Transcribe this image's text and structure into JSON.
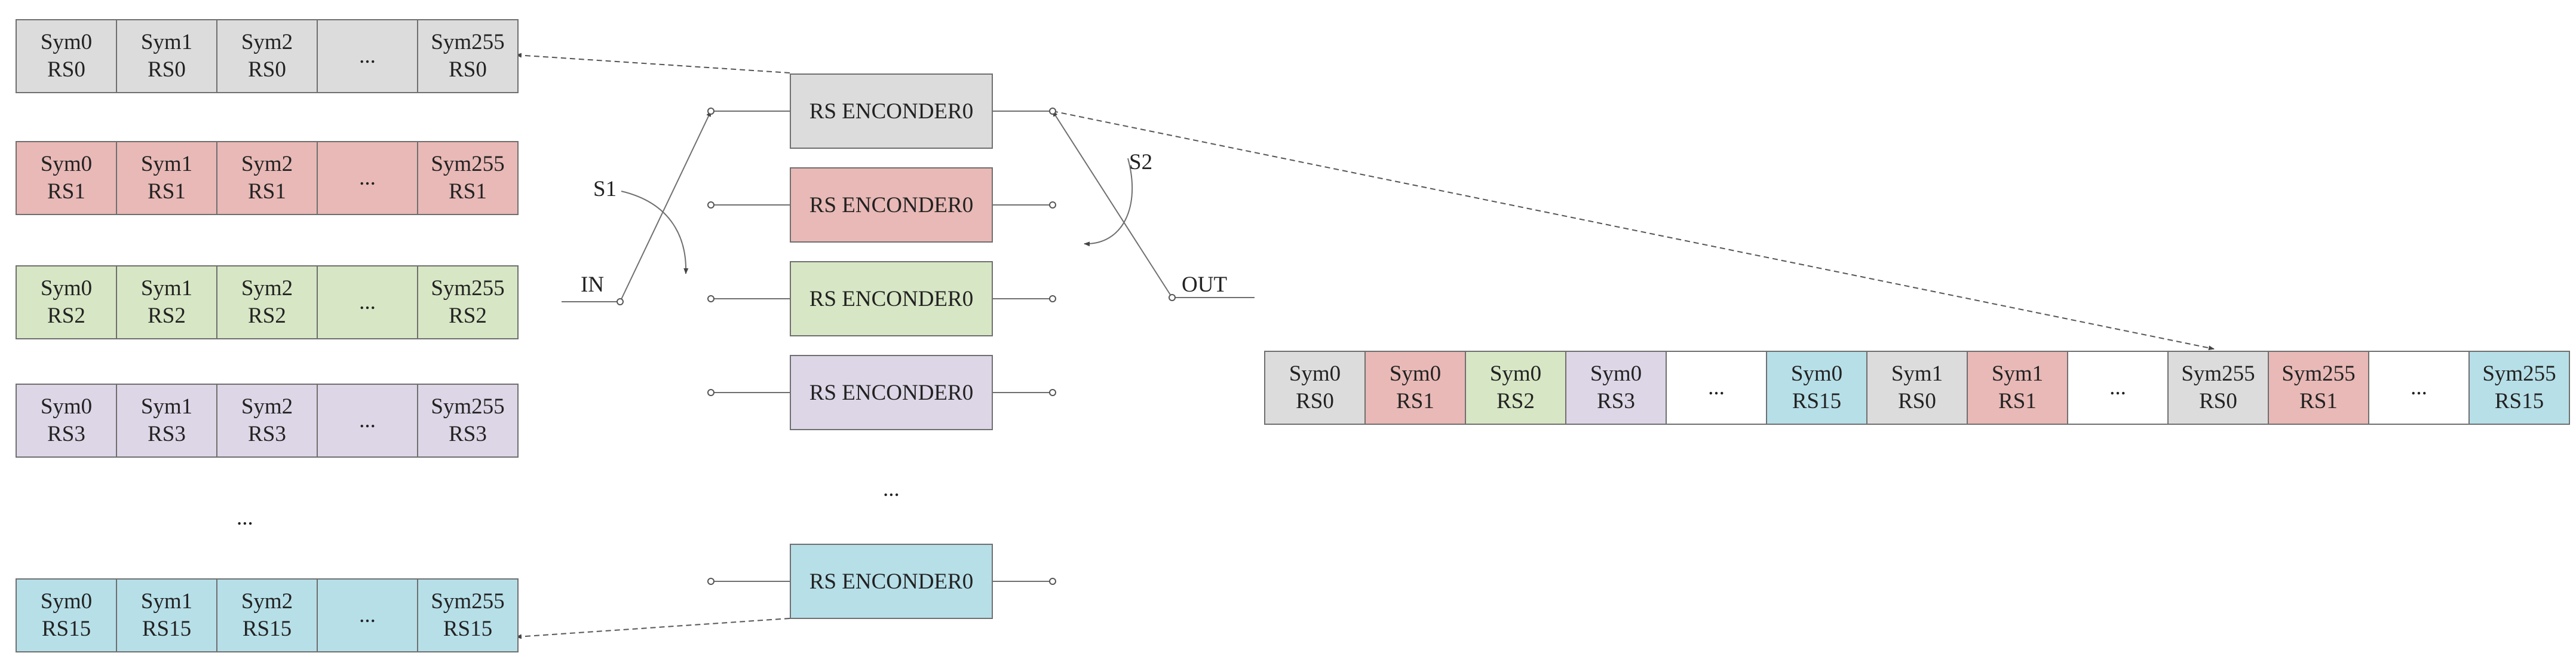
{
  "colors": {
    "rs0": "#dcdcdc",
    "rs1": "#e8b9b6",
    "rs2": "#d7e6c4",
    "rs3": "#ddd6e6",
    "rs15": "#b7dfe8",
    "blank": "#ffffff",
    "line": "#6f6f6f"
  },
  "input_rows": [
    {
      "color_key": "rs0",
      "cells": [
        "Sym0\nRS0",
        "Sym1\nRS0",
        "Sym2\nRS0",
        "...",
        "Sym255\nRS0"
      ]
    },
    {
      "color_key": "rs1",
      "cells": [
        "Sym0\nRS1",
        "Sym1\nRS1",
        "Sym2\nRS1",
        "...",
        "Sym255\nRS1"
      ]
    },
    {
      "color_key": "rs2",
      "cells": [
        "Sym0\nRS2",
        "Sym1\nRS2",
        "Sym2\nRS2",
        "...",
        "Sym255\nRS2"
      ]
    },
    {
      "color_key": "rs3",
      "cells": [
        "Sym0\nRS3",
        "Sym1\nRS3",
        "Sym2\nRS3",
        "...",
        "Sym255\nRS3"
      ]
    },
    {
      "color_key": "rs15",
      "cells": [
        "Sym0\nRS15",
        "Sym1\nRS15",
        "Sym2\nRS15",
        "...",
        "Sym255\nRS15"
      ]
    }
  ],
  "row_ellipsis": "...",
  "encoders": [
    {
      "label": "RS ENCONDER0",
      "color_key": "rs0"
    },
    {
      "label": "RS ENCONDER0",
      "color_key": "rs1"
    },
    {
      "label": "RS ENCONDER0",
      "color_key": "rs2"
    },
    {
      "label": "RS ENCONDER0",
      "color_key": "rs3"
    },
    {
      "label": "RS ENCONDER0",
      "color_key": "rs15"
    }
  ],
  "encoder_ellipsis": "...",
  "switch_labels": {
    "s1": "S1",
    "s2": "S2",
    "in": "IN",
    "out": "OUT"
  },
  "output_row": [
    {
      "text": "Sym0\nRS0",
      "color_key": "rs0"
    },
    {
      "text": "Sym0\nRS1",
      "color_key": "rs1"
    },
    {
      "text": "Sym0\nRS2",
      "color_key": "rs2"
    },
    {
      "text": "Sym0\nRS3",
      "color_key": "rs3"
    },
    {
      "text": "...",
      "color_key": "blank"
    },
    {
      "text": "Sym0\nRS15",
      "color_key": "rs15"
    },
    {
      "text": "Sym1\nRS0",
      "color_key": "rs0"
    },
    {
      "text": "Sym1\nRS1",
      "color_key": "rs1"
    },
    {
      "text": "...",
      "color_key": "blank"
    },
    {
      "text": "Sym255\nRS0",
      "color_key": "rs0"
    },
    {
      "text": "Sym255\nRS1",
      "color_key": "rs1"
    },
    {
      "text": "...",
      "color_key": "blank"
    },
    {
      "text": "Sym255\nRS15",
      "color_key": "rs15"
    }
  ]
}
